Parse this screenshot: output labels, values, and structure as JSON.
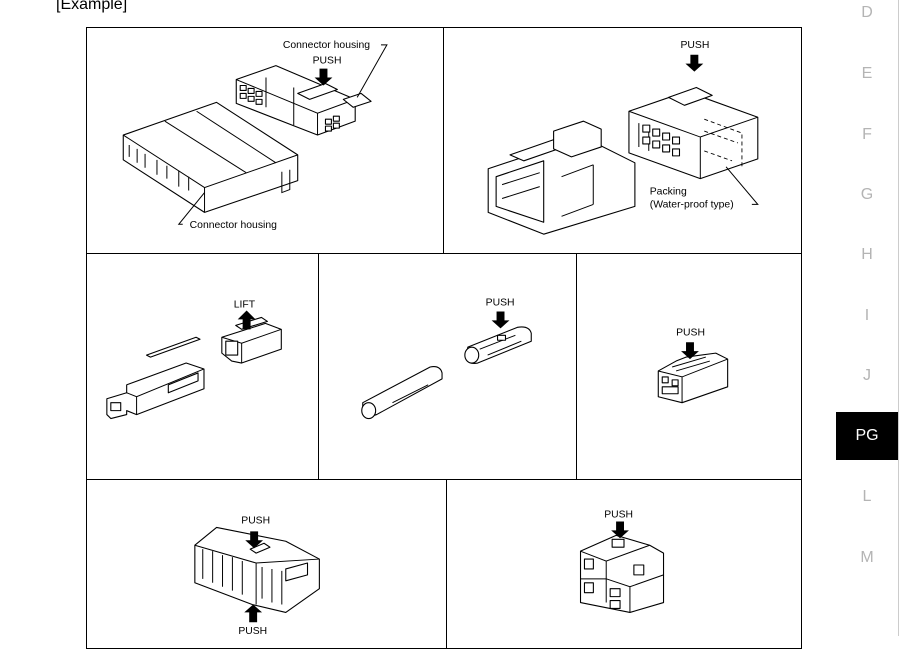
{
  "page": {
    "example_label": "[Example]"
  },
  "figures": [
    {
      "id": "fig-1",
      "labels": {
        "top_callout": "Connector housing",
        "push": "PUSH",
        "bottom_callout": "Connector housing"
      }
    },
    {
      "id": "fig-2",
      "labels": {
        "push": "PUSH",
        "packing_line1": "Packing",
        "packing_line2": "(Water-proof type)"
      }
    },
    {
      "id": "fig-3",
      "labels": {
        "lift": "LIFT"
      }
    },
    {
      "id": "fig-4",
      "labels": {
        "push": "PUSH"
      }
    },
    {
      "id": "fig-5",
      "labels": {
        "push": "PUSH"
      }
    },
    {
      "id": "fig-6",
      "labels": {
        "push_top": "PUSH",
        "push_bottom": "PUSH"
      }
    },
    {
      "id": "fig-7",
      "labels": {
        "push": "PUSH"
      }
    }
  ],
  "section_tabs": [
    {
      "label": "D",
      "active": false
    },
    {
      "label": "E",
      "active": false
    },
    {
      "label": "F",
      "active": false
    },
    {
      "label": "G",
      "active": false
    },
    {
      "label": "H",
      "active": false
    },
    {
      "label": "I",
      "active": false
    },
    {
      "label": "J",
      "active": false
    },
    {
      "label": "PG",
      "active": true
    },
    {
      "label": "L",
      "active": false
    },
    {
      "label": "M",
      "active": false
    }
  ]
}
